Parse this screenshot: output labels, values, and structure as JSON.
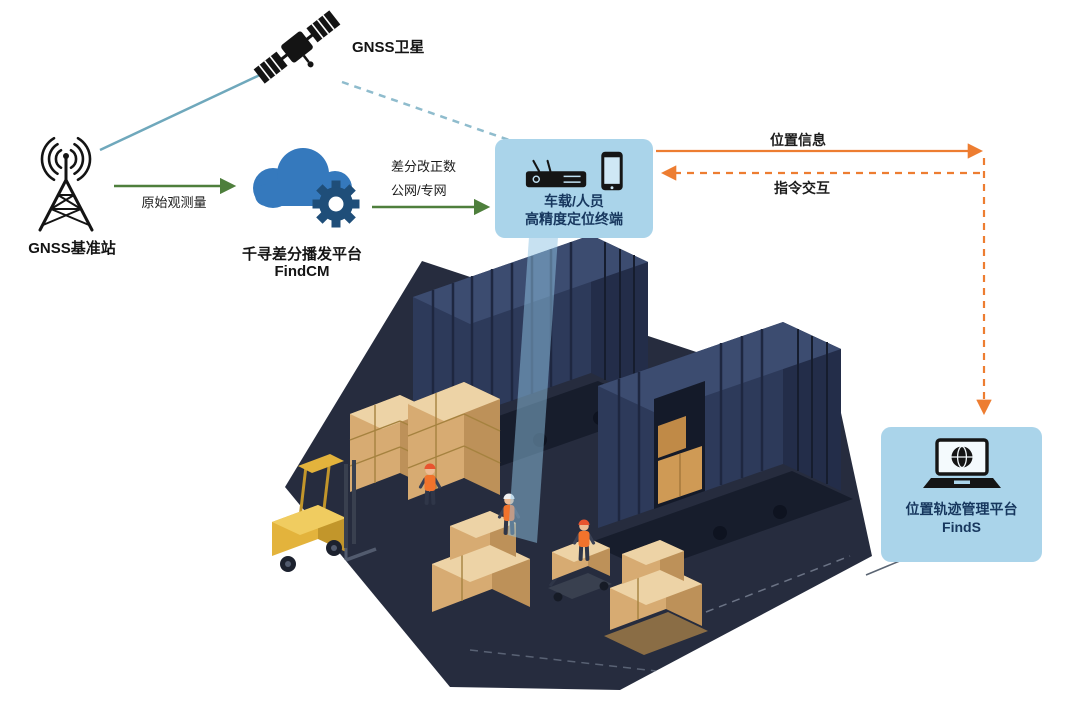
{
  "diagram": {
    "satellite": {
      "label": "GNSS卫星"
    },
    "base_station": {
      "label": "GNSS基准站"
    },
    "cloud_platform": {
      "name": "千寻差分播发平台",
      "product": "FindCM"
    },
    "links": {
      "raw_observation": "原始观测量",
      "correction_line1": "差分改正数",
      "correction_line2": "公网/专网",
      "position_info": "位置信息",
      "command_interaction": "指令交互"
    },
    "terminal": {
      "line1": "车载/人员",
      "line2": "高精度定位终端"
    },
    "management_platform": {
      "name": "位置轨迹管理平台",
      "product": "FindS"
    }
  },
  "colors": {
    "bubble_bg": "#AAD4EA",
    "bubble_text": "#17375E",
    "cloud_blue": "#3579BD",
    "gear_navy": "#1F4E79",
    "green_arrow": "#4E7F3C",
    "orange_arrow": "#ED7D31",
    "teal_link": "#6FA8BC",
    "scene_base": "#262C3E",
    "container_front": "#2D3A5A",
    "carton": "#D7AB72",
    "forklift_yellow": "#E3B33C",
    "beam_blue": "#8FC4E4"
  }
}
